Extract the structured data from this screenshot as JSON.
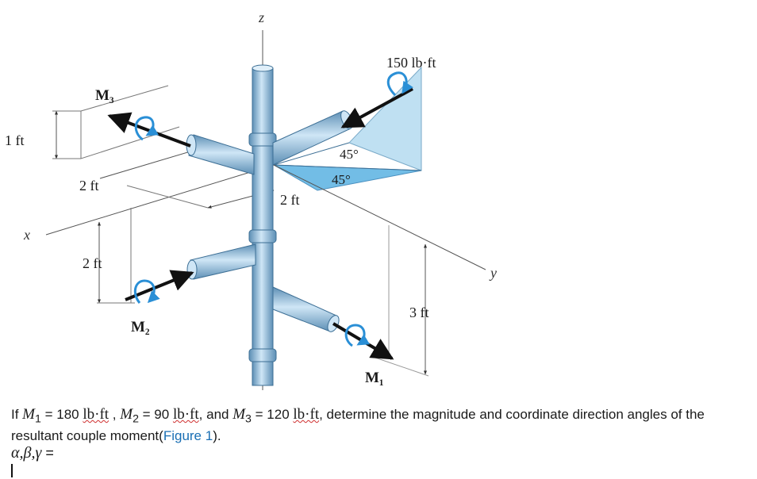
{
  "figure": {
    "axis_z": "z",
    "axis_x": "x",
    "axis_y": "y",
    "label_moment_150": "150 lb·ft",
    "label_M3": "M₃",
    "label_M2": "M₂",
    "label_M1": "M₁",
    "dim_1ft": "1 ft",
    "dim_2ft_a": "2 ft",
    "dim_2ft_b": "2 ft",
    "dim_2ft_c": "2 ft",
    "dim_3ft": "3 ft",
    "angle_45_a": "45°",
    "angle_45_b": "45°",
    "colors": {
      "pipe": "#9cc8e6",
      "pipe_dark": "#5d8fb5",
      "plane": "#bfe0f2",
      "plane_dark": "#72bde6",
      "arrow_curl": "#2a8fd6"
    }
  },
  "problem": {
    "text_if": "If ",
    "M1_sym": "M",
    "M1_sub": "1",
    "M1_val": " = 180 ",
    "unit": "lb·ft",
    "sep1": " , ",
    "M2_sym": "M",
    "M2_sub": "2",
    "M2_val": " = 90 ",
    "sep2": ", and ",
    "M3_sym": "M",
    "M3_sub": "3",
    "M3_val": " = 120 ",
    "rest": ", determine the magnitude and coordinate direction angles of the resultant couple moment(",
    "link": "Figure 1",
    "close": ")."
  },
  "answer": {
    "label_sym": "α,β,γ",
    "label_eq": " ="
  }
}
